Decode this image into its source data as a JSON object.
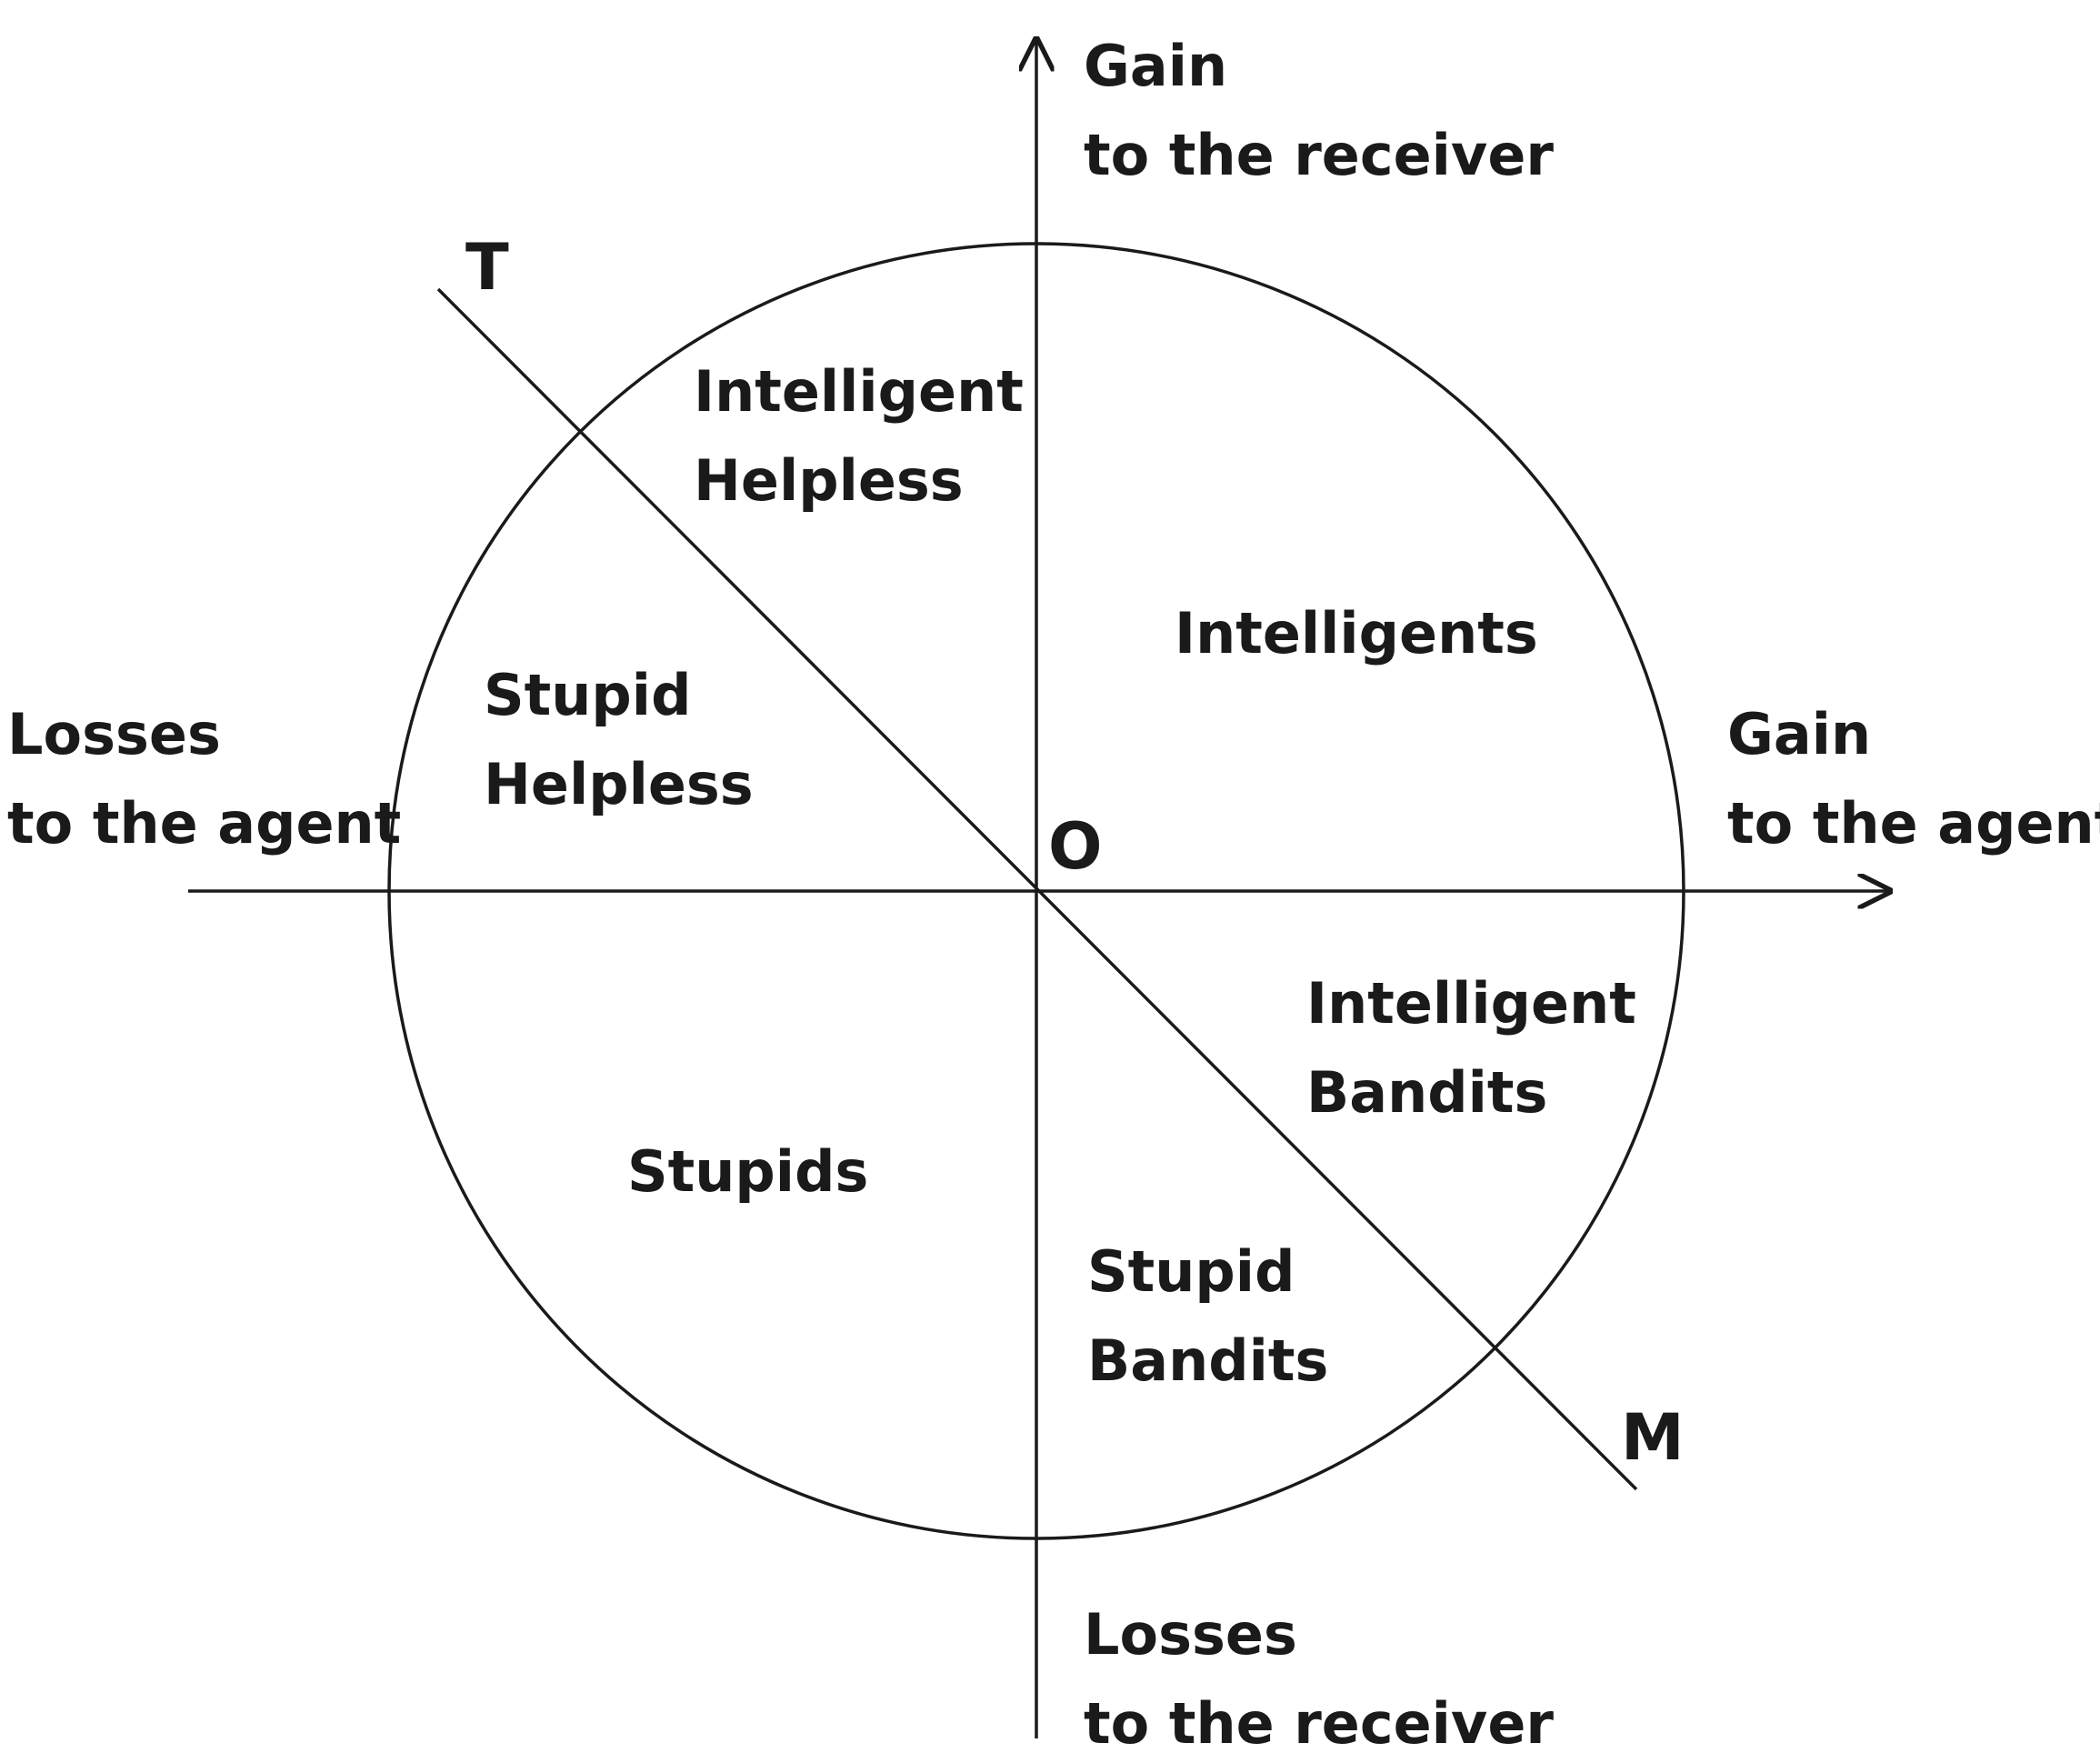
{
  "axes": {
    "y_top": [
      "Gain",
      "to the receiver"
    ],
    "y_bottom": [
      "Losses",
      "to the receiver"
    ],
    "x_left": [
      "Losses",
      "to the agent"
    ],
    "x_right": [
      "Gain",
      "to the agent"
    ]
  },
  "points": {
    "origin": "O",
    "t": "T",
    "m": "M"
  },
  "regions": {
    "intelligent_helpless": [
      "Intelligent",
      "Helpless"
    ],
    "intelligents": "Intelligents",
    "stupid_helpless": [
      "Stupid",
      "Helpless"
    ],
    "intelligent_bandits": [
      "Intelligent",
      "Bandits"
    ],
    "stupids": "Stupids",
    "stupid_bandits": [
      "Stupid",
      "Bandits"
    ]
  }
}
